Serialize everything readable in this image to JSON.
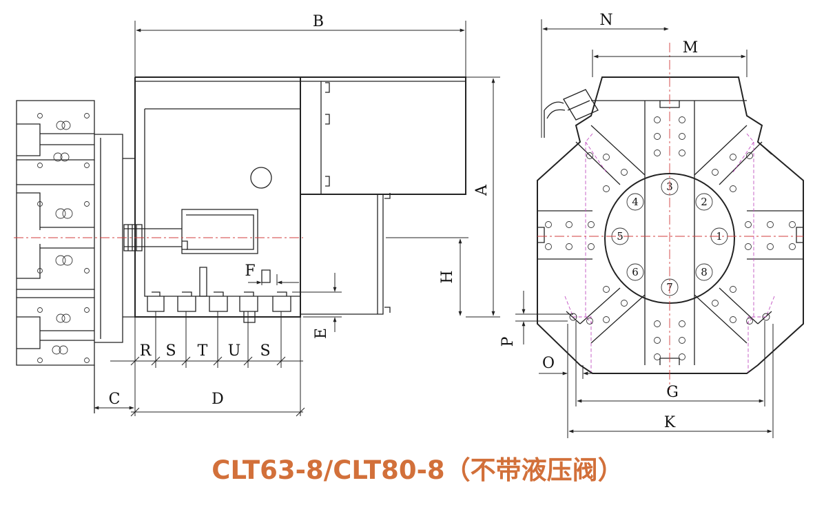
{
  "caption": "CLT63-8/CLT80-8（不带液压阀）",
  "colors": {
    "caption": "#d2703a",
    "lines": "#222222",
    "centerline": "#d23b3b",
    "hidden": "#c14fc1"
  },
  "labels": {
    "A": "A",
    "B": "B",
    "C": "C",
    "D": "D",
    "E": "E",
    "F": "F",
    "G": "G",
    "H": "H",
    "K": "K",
    "M": "M",
    "N": "N",
    "O": "O",
    "P": "P",
    "R": "R",
    "S1": "S",
    "T": "T",
    "U": "U",
    "S2": "S"
  },
  "stations": [
    "1",
    "2",
    "3",
    "4",
    "5",
    "6",
    "7",
    "8"
  ]
}
